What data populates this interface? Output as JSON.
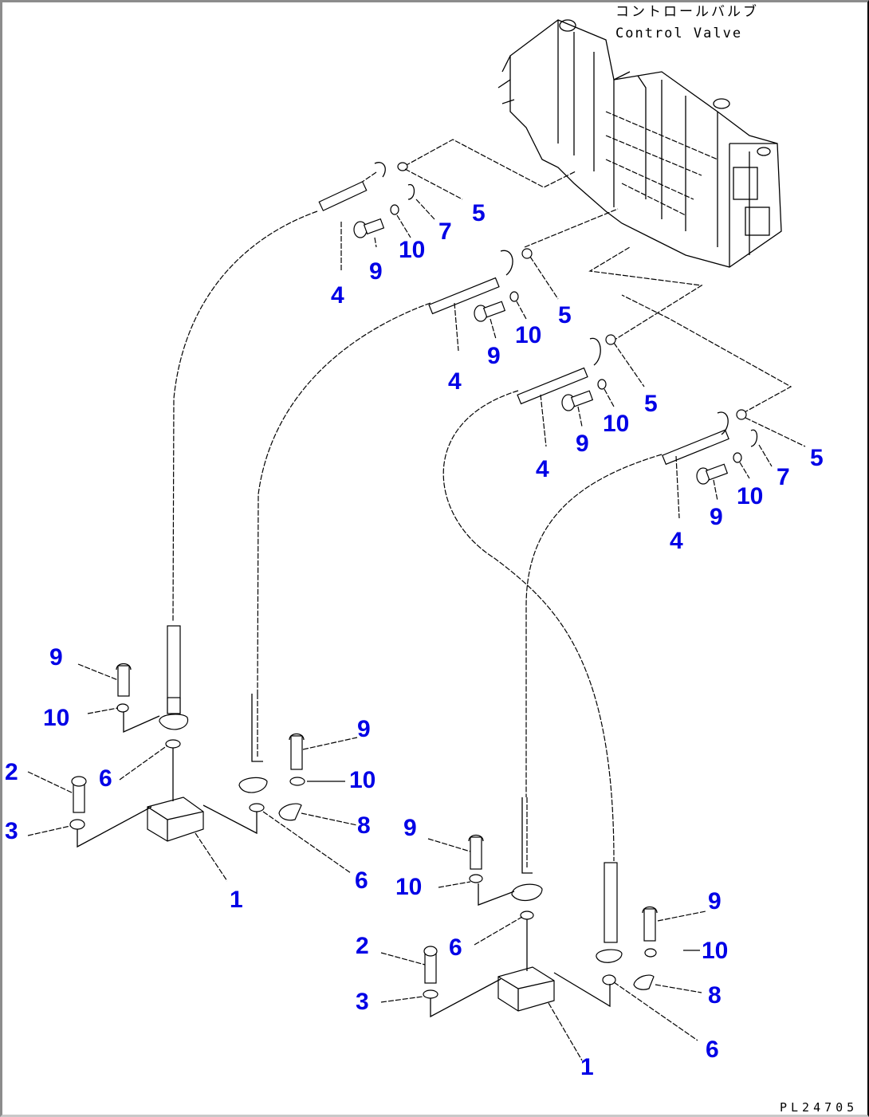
{
  "diagram": {
    "title_jp": "コントロールバルブ",
    "title_en": "Control Valve",
    "drawing_code": "PL24705",
    "label_color": "#0000e6",
    "callouts": {
      "top_group_1": {
        "pipe": "4",
        "bolt": "9",
        "washer": "10",
        "clip": "7",
        "oring": "5"
      },
      "top_group_2": {
        "pipe": "4",
        "bolt": "9",
        "washer": "10",
        "oring": "5"
      },
      "top_group_3": {
        "pipe": "4",
        "bolt": "9",
        "washer": "10",
        "oring": "5"
      },
      "top_group_4": {
        "pipe": "4",
        "bolt": "9",
        "washer": "10",
        "clip": "7",
        "oring": "5"
      },
      "left_block": {
        "bolt_upper": "9",
        "washer_upper": "10",
        "oring_upper": "6",
        "bolt_block": "2",
        "washer_block": "3",
        "block": "1",
        "bolt_right": "9",
        "washer_right": "10",
        "clamp_right": "8",
        "oring_right": "6"
      },
      "right_block": {
        "bolt_upper": "9",
        "washer_upper": "10",
        "oring_upper": "6",
        "bolt_block": "2",
        "washer_block": "3",
        "block": "1",
        "bolt_right": "9",
        "washer_right": "10",
        "clamp_right": "8",
        "oring_right": "6"
      }
    }
  }
}
